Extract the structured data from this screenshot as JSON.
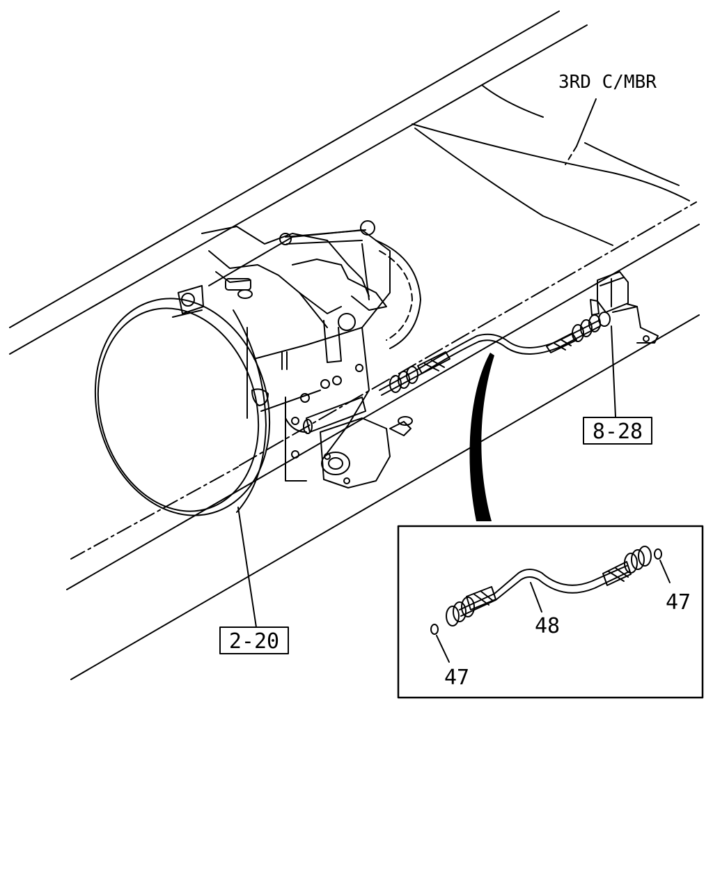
{
  "callouts": {
    "crossmember": "3RD C/MBR",
    "ref_2_20": "2-20",
    "ref_8_28": "8-28",
    "part_48": "48",
    "part_47_left": "47",
    "part_47_right": "47"
  },
  "colors": {
    "ink": "#000000",
    "paper": "#ffffff"
  }
}
